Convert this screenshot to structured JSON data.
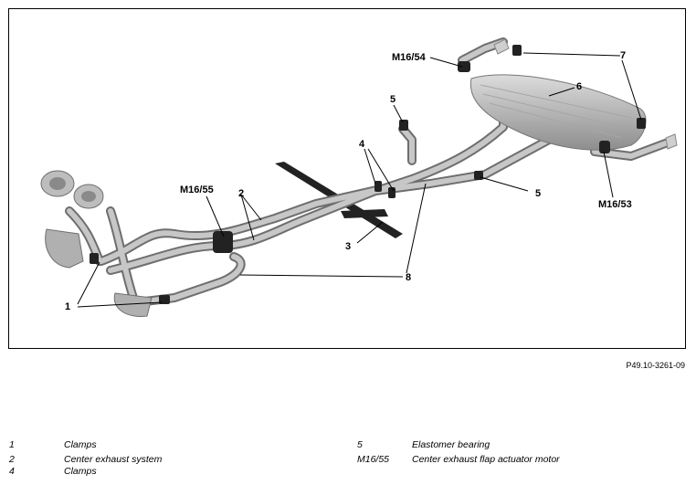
{
  "figure": {
    "callouts": {
      "m1654": "M16/54",
      "c7": "7",
      "c5a": "5",
      "c6": "6",
      "c4": "4",
      "c5b": "5",
      "m1653": "M16/53",
      "m1655": "M16/55",
      "c2": "2",
      "c3": "3",
      "c8": "8",
      "c1": "1"
    },
    "reference": "P49.10-3261-09"
  },
  "legend": {
    "left": [
      {
        "num": "1",
        "text": "Clamps"
      },
      {
        "num": "2",
        "text": "Center exhaust system"
      },
      {
        "num": "4",
        "text": "Clamps"
      }
    ],
    "right": [
      {
        "num": "5",
        "text": "Elastomer bearing"
      },
      {
        "num": "M16/55",
        "text": "Center exhaust flap actuator motor"
      }
    ]
  }
}
